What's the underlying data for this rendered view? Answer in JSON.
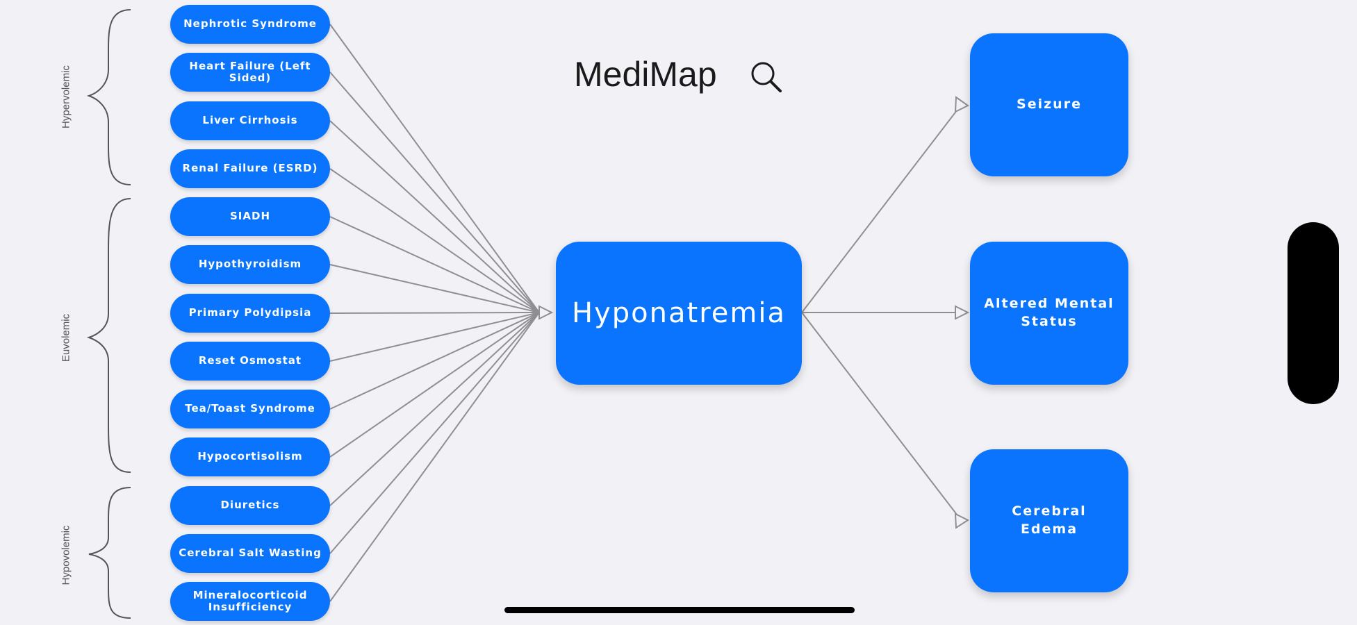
{
  "app": {
    "title": "MediMap",
    "search_icon": "search-icon"
  },
  "colors": {
    "background": "#f1f1f6",
    "node": "#0a74ff",
    "node_text": "#ffffff",
    "connector": "#8e8e93"
  },
  "groups": [
    {
      "label": "Hypervolemic"
    },
    {
      "label": "Euvolemic"
    },
    {
      "label": "Hypovolemic"
    }
  ],
  "causes": [
    {
      "label": "Nephrotic Syndrome"
    },
    {
      "label": "Heart Failure (Left Sided)"
    },
    {
      "label": "Liver Cirrhosis"
    },
    {
      "label": "Renal Failure (ESRD)"
    },
    {
      "label": "SIADH"
    },
    {
      "label": "Hypothyroidism"
    },
    {
      "label": "Primary Polydipsia"
    },
    {
      "label": "Reset Osmostat"
    },
    {
      "label": "Tea/Toast Syndrome"
    },
    {
      "label": "Hypocortisolism"
    },
    {
      "label": "Diuretics"
    },
    {
      "label": "Cerebral Salt Wasting"
    },
    {
      "label": "Mineralocorticoid Insufficiency"
    }
  ],
  "center": {
    "label": "Hyponatremia"
  },
  "effects": [
    {
      "label": "Seizure"
    },
    {
      "label": "Altered Mental Status"
    },
    {
      "label": "Cerebral Edema"
    }
  ]
}
